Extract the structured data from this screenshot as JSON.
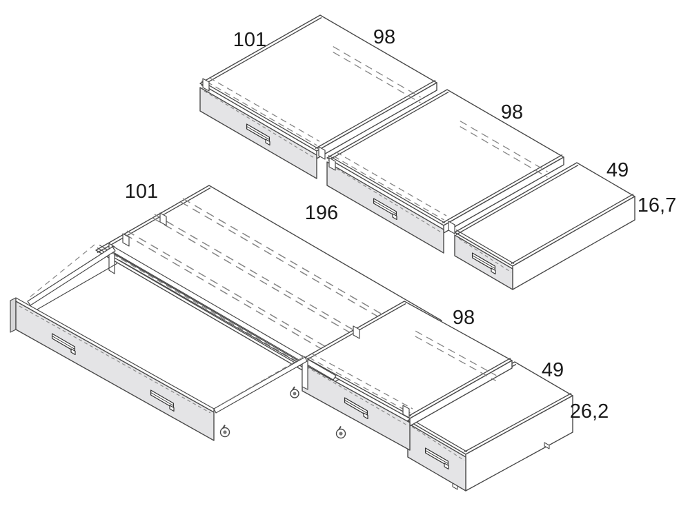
{
  "figure": {
    "background": "#ffffff",
    "line_color": "#4a4a4a",
    "panel_color": "#e4e4e6",
    "panel_edge_color": "#d6d6d8",
    "dash_color": "#858585",
    "label_color": "#1a1a1a",
    "units": {
      "top_left_drawer": {
        "width_label": "101",
        "depth_label": "98"
      },
      "top_middle_drawer": {
        "depth_label": "98"
      },
      "top_right_box": {
        "depth_label": "49",
        "height_label": "16,7"
      },
      "bed_frame": {
        "width_label": "101",
        "length_label": "196"
      },
      "bottom_middle_drawer": {
        "depth_label": "98"
      },
      "bottom_right_box": {
        "depth_label": "49",
        "height_label": "26,2"
      }
    }
  }
}
